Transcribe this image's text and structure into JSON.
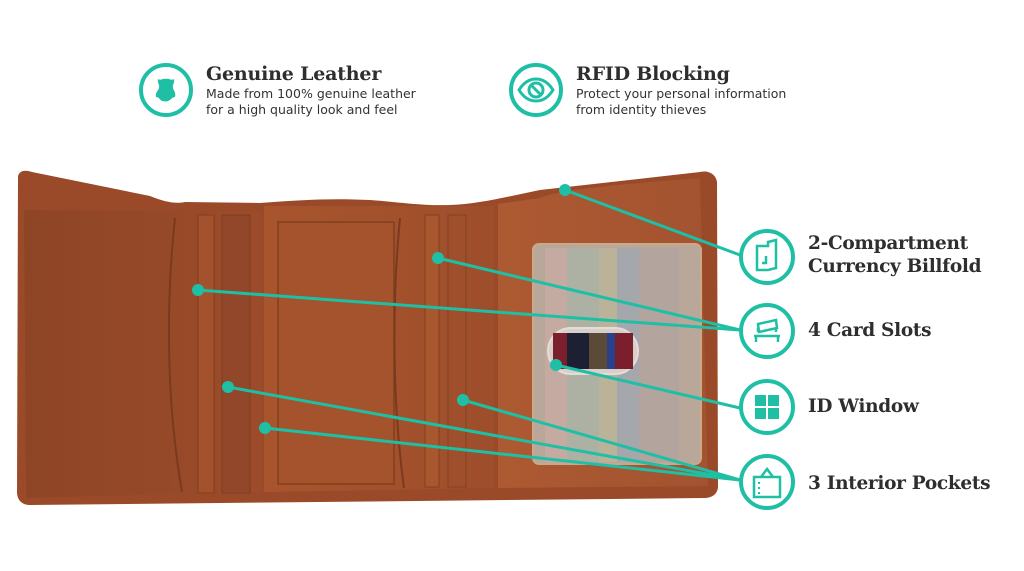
{
  "features": [
    {
      "icon": "leather-hide-icon",
      "title": "Genuine Leather",
      "description_lines": [
        "Made from 100% genuine leather",
        "for a high quality look and feel"
      ]
    },
    {
      "icon": "rfid-eye-blocked-icon",
      "title": "RFID Blocking",
      "description_lines": [
        "Protect your personal information",
        "from identity thieves"
      ]
    }
  ],
  "callouts": [
    {
      "icon": "billfold-icon",
      "label_lines": [
        "2-Compartment",
        "Currency Billfold"
      ]
    },
    {
      "icon": "card-slots-icon",
      "label_lines": [
        "4 Card Slots"
      ]
    },
    {
      "icon": "id-window-icon",
      "label_lines": [
        "ID Window"
      ]
    },
    {
      "icon": "interior-pockets-icon",
      "label_lines": [
        "3 Interior Pockets"
      ]
    }
  ],
  "colors": {
    "accent": "#1fbfa5",
    "text": "#2e2e2e",
    "leather": "#a5522c",
    "leather_dark": "#8a4224"
  }
}
